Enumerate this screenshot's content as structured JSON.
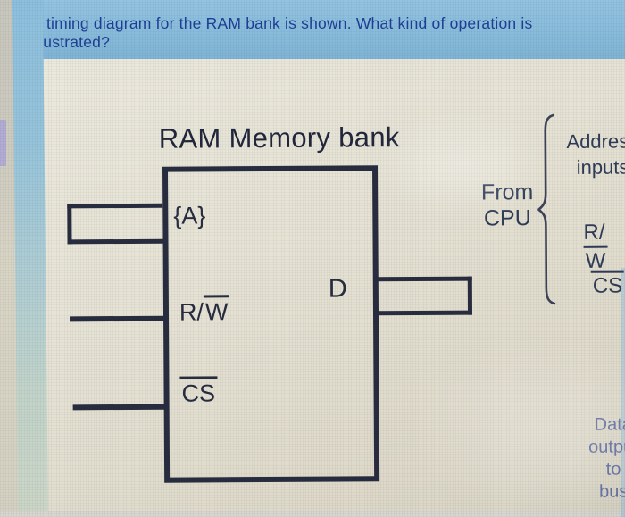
{
  "question": {
    "text": "A timing diagram for the RAM bank is shown. What kind of operation is illustrated?"
  },
  "diagram": {
    "title": "RAM Memory bank",
    "box_labels": {
      "address_bus": "{A}",
      "rw_prefix": "R/",
      "rw_bar": "W",
      "cs_bar": "CS",
      "data_out": "D"
    },
    "annotations": {
      "source_line1": "From",
      "source_line2": "CPU",
      "address_line1": "Address",
      "address_line2": "inputs",
      "rw_prefix": "R/",
      "rw_bar": "W",
      "cs_bar": "CS",
      "data_dest_line1": "Data",
      "data_dest_line2": "output",
      "data_dest_line3": "to",
      "data_dest_line4": "bus"
    }
  },
  "colors": {
    "question_text": "#1d3e96",
    "top_bar_blue": "#88bcdb",
    "page_card_beige": "#e6e3d5",
    "diagram_ink": "#262b3d",
    "annotation_text": "#2e3b57",
    "data_dest_text": "#5f6da2"
  }
}
